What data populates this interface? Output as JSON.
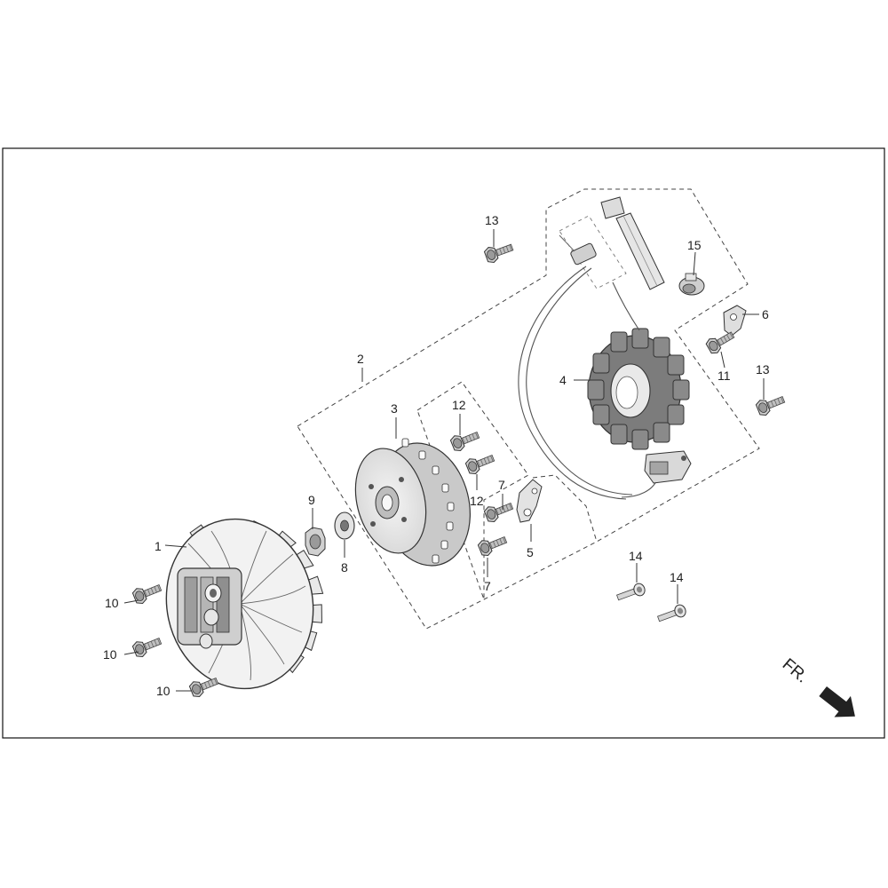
{
  "diagram": {
    "callouts": {
      "c1": "1",
      "c2": "2",
      "c3": "3",
      "c4": "4",
      "c5": "5",
      "c6": "6",
      "c7a": "7",
      "c7b": "7",
      "c8": "8",
      "c9": "9",
      "c10a": "10",
      "c10b": "10",
      "c10c": "10",
      "c11": "11",
      "c12a": "12",
      "c12b": "12",
      "c13a": "13",
      "c13b": "13",
      "c14a": "14",
      "c14b": "14",
      "c15": "15"
    },
    "direction": {
      "label": "FR."
    }
  }
}
